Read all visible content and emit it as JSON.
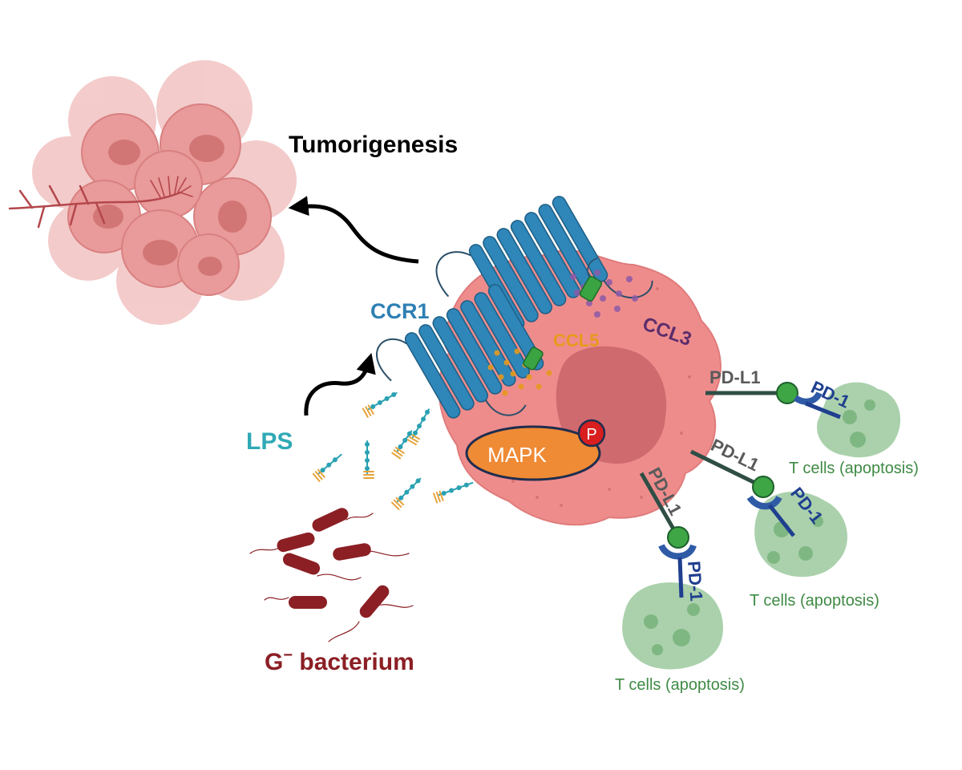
{
  "labels": {
    "tumorigenesis": "Tumorigenesis",
    "ccr1": "CCR1",
    "ccl5": "CCL5",
    "ccl3": "CCL3",
    "lps": "LPS",
    "mapk": "MAPK",
    "phospho": "P",
    "bacterium_prefix": "G",
    "bacterium_sup": "−",
    "bacterium_suffix": " bacterium",
    "pdl1": "PD-L1",
    "pd1": "PD-1",
    "tcell": "T cells (apoptosis)"
  },
  "colors": {
    "tumor": "#e99a9a",
    "tumor_nucleus": "#d07272",
    "cell_body": "#ee8c8c",
    "cell_nucleus": "#cf6a6e",
    "ccr1": "#2f86b8",
    "ccr1_text": "#2e7fb3",
    "ccl5_text": "#e59a1c",
    "ccl3_text": "#5b2d6b",
    "lps_text": "#2fa9b5",
    "mapk": "#ef8a35",
    "phospho": "#d81e1e",
    "bacterium": "#8b1f24",
    "pdl1_line": "#2f4e45",
    "pdl1_ball": "#3ea645",
    "pd1": "#1f3f8f",
    "tcell": "#9bc99e",
    "tcell_text": "#3f8a45",
    "label_grey": "#5a5a5a"
  }
}
